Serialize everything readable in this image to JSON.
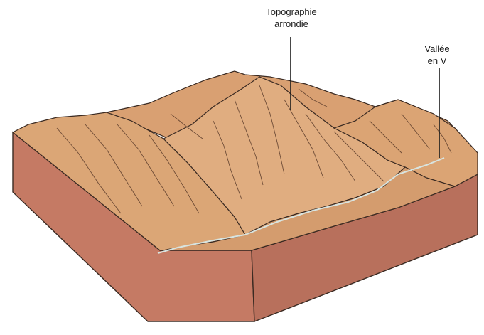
{
  "labels": {
    "rounded_topography": {
      "line1": "Topographie",
      "line2": "arrondie"
    },
    "v_valley": {
      "line1": "Vallée",
      "line2": "en V"
    }
  },
  "colors": {
    "surface": "#d9a072",
    "surface_light": "#e3b389",
    "surface_shadow": "#c58a5e",
    "front_face": "#c57a64",
    "side_face": "#b8705c",
    "outline": "#3a2a22",
    "stream": "#d8e4e0"
  }
}
